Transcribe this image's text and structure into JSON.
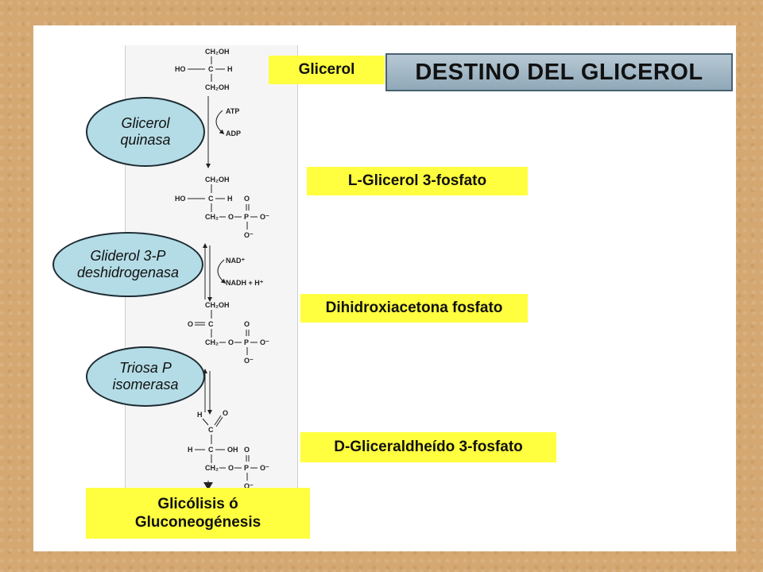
{
  "title": "DESTINO DEL GLICEROL",
  "labels": {
    "glicerol": "Glicerol",
    "g3p": "L-Glicerol 3-fosfato",
    "dhap": "Dihidroxiacetona fosfato",
    "gap": "D-Gliceraldheído  3-fosfato",
    "final_line1": "Glicólisis ó",
    "final_line2": "Gluconeogénesis"
  },
  "enzymes": [
    {
      "line1": "Glicerol",
      "line2": "quinasa"
    },
    {
      "line1": "Gliderol 3-P",
      "line2": "deshidrogenasa"
    },
    {
      "line1": "Triosa P",
      "line2": "isomerasa"
    }
  ],
  "cofactors": {
    "atp": "ATP",
    "adp": "ADP",
    "nad": "NAD⁺",
    "nadh": "NADH + H⁺"
  },
  "chem": {
    "ch2oh": "CH₂OH",
    "ho": "HO",
    "c": "C",
    "h": "H",
    "o": "O",
    "om": "O⁻",
    "oh": "OH",
    "p": "P",
    "ch2": "CH₂",
    "dash": "—"
  },
  "colors": {
    "label_bg": "#ffff3f",
    "enzyme_bg": "#b4dce6",
    "title_bg": "#a3b8c6",
    "background": "#d5a872"
  }
}
